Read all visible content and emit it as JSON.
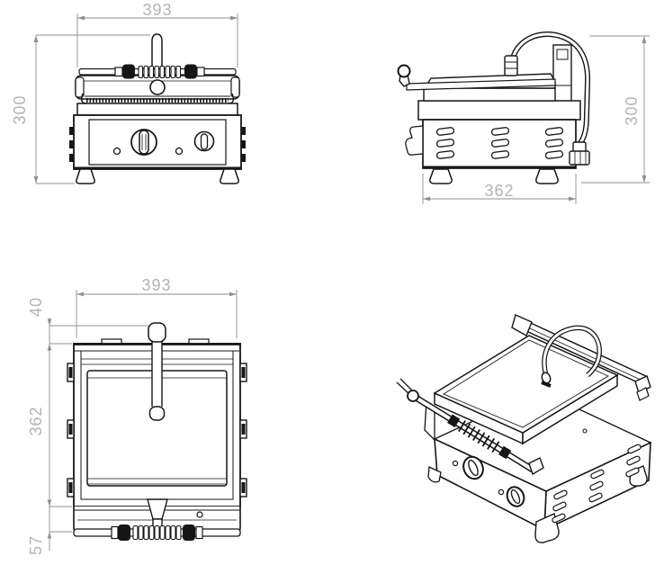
{
  "drawing": {
    "front_view": {
      "dim_width": "393",
      "dim_height": "300"
    },
    "side_view": {
      "dim_depth": "362",
      "dim_height": "300"
    },
    "top_view": {
      "dim_width": "393",
      "dim_top_offset": "40",
      "dim_depth": "362",
      "dim_front_offset": "57"
    },
    "colors": {
      "line": "#161616",
      "dimension_line": "#8f8f8f",
      "dimension_text": "#b3b3b3",
      "background": "#ffffff"
    }
  }
}
